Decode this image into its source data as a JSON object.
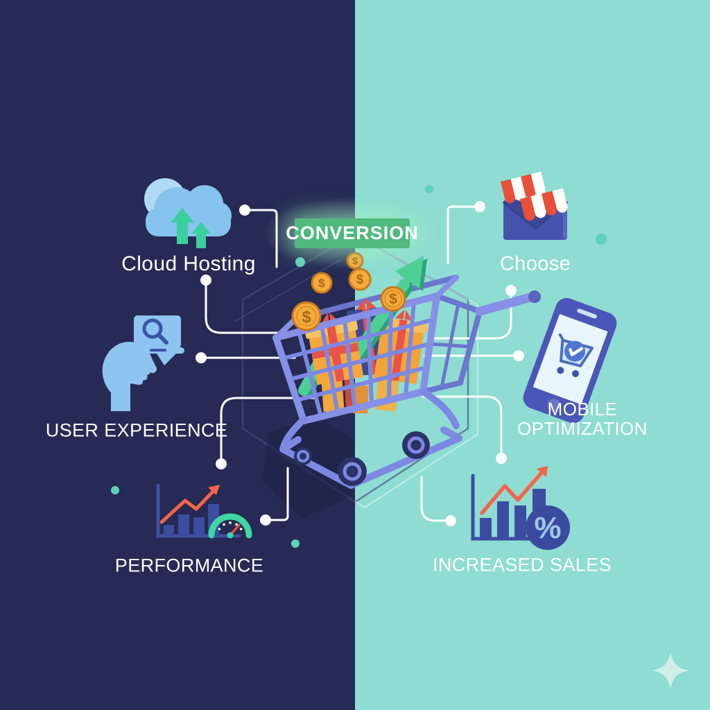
{
  "background": {
    "left_color": "#262a54",
    "right_color": "#8edcd2"
  },
  "banner": {
    "label": "CONVERSION",
    "background": "#50b97e",
    "text_color": "#ffffff"
  },
  "nodes": {
    "cloud_hosting": {
      "label": "Cloud Hosting",
      "icon": "cloud-upload-icon"
    },
    "choose": {
      "label": "Choose",
      "icon": "storefront-icon"
    },
    "user_experience": {
      "label": "USER EXPERIENCE",
      "icon": "head-search-icon"
    },
    "mobile_optimization": {
      "label": "MOBILE OPTIMIZATION",
      "icon": "phone-cart-icon"
    },
    "performance": {
      "label": "PERFORMANCE",
      "icon": "speedometer-chart-icon"
    },
    "increased_sales": {
      "label": "INCREASED SALES",
      "icon": "percent-chart-icon",
      "percent_label": "%"
    }
  },
  "cart": {
    "coin_symbol": "$"
  },
  "palette": {
    "cart_frame": "#7d88e2",
    "green_accent": "#4ed094",
    "mint_dot": "#5fd2ba",
    "coin_gold": "#f5ab3a",
    "red_accent": "#f2654a",
    "icon_blue": "#8ec4f0",
    "bar_blue": "#3b4da0",
    "connector_white": "#ffffff"
  }
}
